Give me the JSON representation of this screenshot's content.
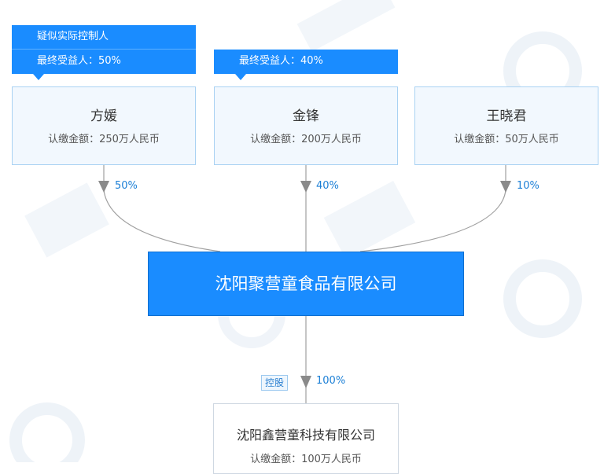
{
  "tags": {
    "left_controller": "疑似实际控制人",
    "left_beneficiary": "最终受益人：50%",
    "middle_beneficiary": "最终受益人：40%"
  },
  "shareholders": [
    {
      "name": "方媛",
      "amount": "认缴金额：250万人民币",
      "percent": "50%"
    },
    {
      "name": "金锋",
      "amount": "认缴金额：200万人民币",
      "percent": "40%"
    },
    {
      "name": "王晓君",
      "amount": "认缴金额：50万人民币",
      "percent": "10%"
    }
  ],
  "company": {
    "name": "沈阳聚营童食品有限公司"
  },
  "subsidiary": {
    "badge": "控股",
    "percent": "100%",
    "name": "沈阳鑫营童科技有限公司",
    "amount": "认缴金额：100万人民币"
  },
  "colors": {
    "primary": "#1a8cff",
    "card_bg": "#f2f8fe",
    "card_border": "#a9d2f3",
    "connector": "#a0a0a0",
    "percent_text": "#1b7fd6"
  }
}
